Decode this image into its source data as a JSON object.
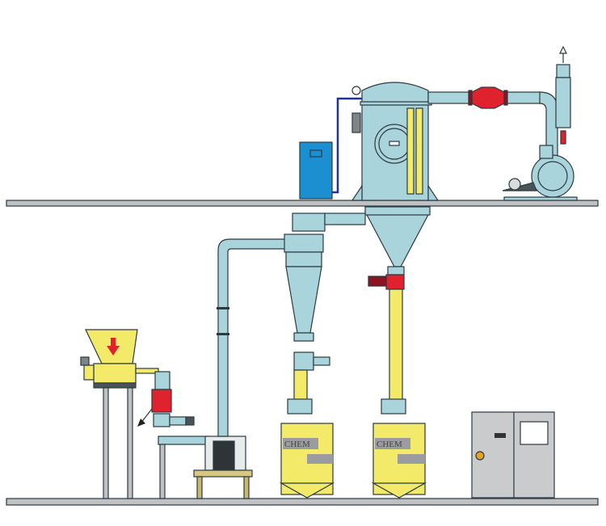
{
  "diagram": {
    "title": "",
    "colors": {
      "pipe_blue": "#a9d4dc",
      "product_yellow": "#f4ea6a",
      "valve_red": "#e0222e",
      "frame_grey": "#bfc1c3",
      "control_blue": "#1b8fd0",
      "outline": "#2b3a40"
    },
    "floors": [
      "upper-floor",
      "ground-floor"
    ],
    "components": [
      {
        "id": "feed-hopper",
        "label": ""
      },
      {
        "id": "screw-feeder",
        "label": ""
      },
      {
        "id": "rotary-valve-feed",
        "label": ""
      },
      {
        "id": "mill",
        "label": ""
      },
      {
        "id": "riser-pipe",
        "label": ""
      },
      {
        "id": "cyclone",
        "label": ""
      },
      {
        "id": "bag-filter",
        "label": ""
      },
      {
        "id": "pulse-controller",
        "label": ""
      },
      {
        "id": "exhaust-fan",
        "label": ""
      },
      {
        "id": "exhaust-stack",
        "label": ""
      },
      {
        "id": "damper-valve",
        "label": ""
      },
      {
        "id": "control-cabinet",
        "label": ""
      }
    ],
    "bins": [
      {
        "id": "product-bin-1",
        "label": "CHEM"
      },
      {
        "id": "product-bin-2",
        "label": "CHEM"
      }
    ]
  }
}
